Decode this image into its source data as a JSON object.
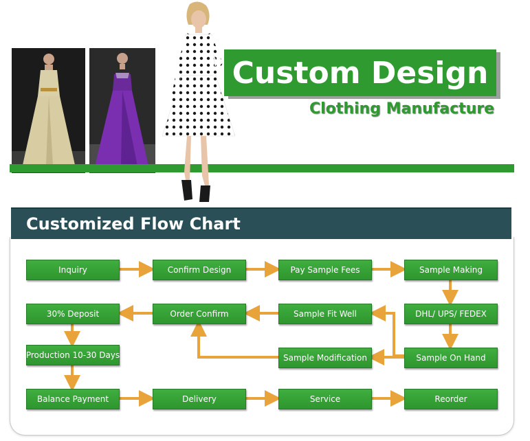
{
  "banner": {
    "title": "Custom Design",
    "subtitle": "Clothing Manufacture"
  },
  "flow_chart": {
    "title": "Customized Flow Chart",
    "nodes": [
      {
        "id": "inquiry",
        "label": "Inquiry"
      },
      {
        "id": "confirm_design",
        "label": "Confirm Design"
      },
      {
        "id": "pay_sample_fees",
        "label": "Pay Sample Fees"
      },
      {
        "id": "sample_making",
        "label": "Sample Making"
      },
      {
        "id": "deposit",
        "label": "30% Deposit"
      },
      {
        "id": "order_confirm",
        "label": "Order Confirm"
      },
      {
        "id": "sample_fit_well",
        "label": "Sample Fit Well"
      },
      {
        "id": "shipping",
        "label": "DHL/ UPS/ FEDEX"
      },
      {
        "id": "production",
        "label": "Production 10-30 Days"
      },
      {
        "id": "sample_modification",
        "label": "Sample Modification"
      },
      {
        "id": "sample_on_hand",
        "label": "Sample On Hand"
      },
      {
        "id": "balance_payment",
        "label": "Balance Payment"
      },
      {
        "id": "delivery",
        "label": "Delivery"
      },
      {
        "id": "service",
        "label": "Service"
      },
      {
        "id": "reorder",
        "label": "Reorder"
      }
    ],
    "edges": [
      [
        "inquiry",
        "confirm_design"
      ],
      [
        "confirm_design",
        "pay_sample_fees"
      ],
      [
        "pay_sample_fees",
        "sample_making"
      ],
      [
        "sample_making",
        "shipping"
      ],
      [
        "shipping",
        "sample_on_hand"
      ],
      [
        "sample_on_hand",
        "sample_fit_well"
      ],
      [
        "sample_on_hand",
        "sample_modification"
      ],
      [
        "sample_modification",
        "order_confirm"
      ],
      [
        "sample_fit_well",
        "order_confirm"
      ],
      [
        "order_confirm",
        "deposit"
      ],
      [
        "deposit",
        "production"
      ],
      [
        "production",
        "balance_payment"
      ],
      [
        "balance_payment",
        "delivery"
      ],
      [
        "delivery",
        "service"
      ],
      [
        "service",
        "reorder"
      ]
    ],
    "colors": {
      "node_fill": "#2f9a2f",
      "arrow": "#e8a33a",
      "header": "#2a4f57"
    }
  }
}
